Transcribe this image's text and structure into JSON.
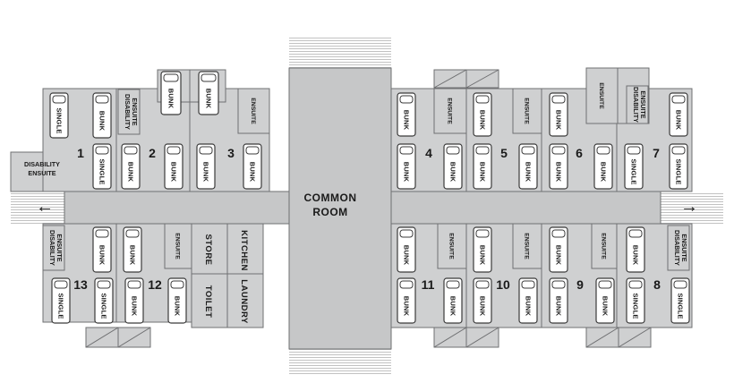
{
  "common_room": {
    "line1": "COMMON",
    "line2": "ROOM"
  },
  "bed_labels": {
    "single": "SINGLE",
    "bunk": "BUNK"
  },
  "ensuite_label": "ENSUITE",
  "disability_ensuite": {
    "line1": "DISABILITY",
    "line2": "ENSUITE"
  },
  "services": {
    "store": "STORE",
    "toilet": "TOILET",
    "kitchen": "KITCHEN",
    "laundry": "LAUNDRY"
  },
  "room_numbers": [
    "1",
    "2",
    "3",
    "4",
    "5",
    "6",
    "7",
    "8",
    "9",
    "10",
    "11",
    "12",
    "13"
  ],
  "exits": {
    "left": "←",
    "right": "→"
  },
  "colors": {
    "room_fill": "#cfd0d1",
    "corridor_fill": "#c6c7c8",
    "wall_stroke": "#6f7072",
    "bed_fill": "#ffffff",
    "bed_stroke": "#3b3b3b",
    "text": "#1a1a1a"
  }
}
